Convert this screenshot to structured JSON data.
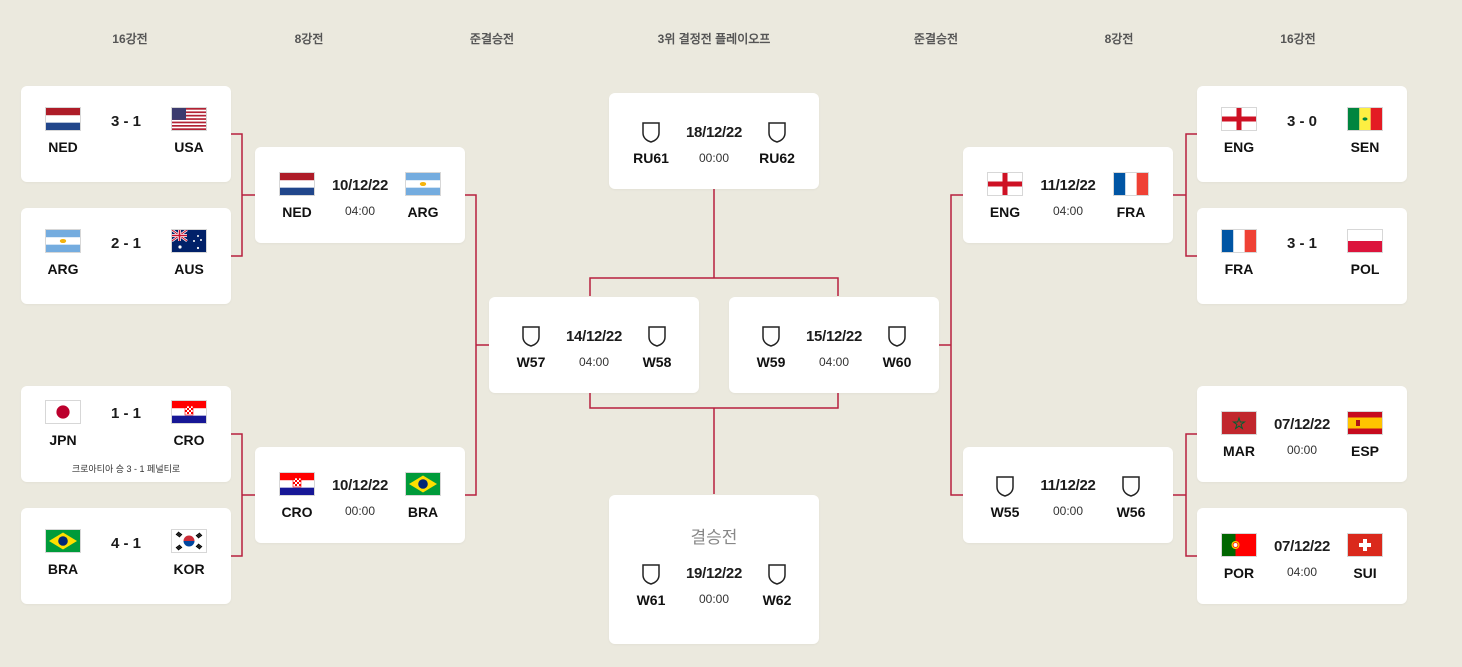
{
  "rounds": {
    "r16_left": "16강전",
    "qf_left": "8강전",
    "sf_left": "준결승전",
    "third": "3위 결정전 플레이오프",
    "sf_right": "준결승전",
    "qf_right": "8강전",
    "r16_right": "16강전"
  },
  "colors": {
    "bracket_line": "#b8203f",
    "background": "#ebe9de",
    "card": "#ffffff"
  },
  "matches": {
    "r16_1": {
      "home": "NED",
      "away": "USA",
      "score": "3 - 1"
    },
    "r16_2": {
      "home": "ARG",
      "away": "AUS",
      "score": "2 - 1"
    },
    "r16_3": {
      "home": "JPN",
      "away": "CRO",
      "score": "1 - 1",
      "note": "크로아티아 승 3 - 1 페널티로"
    },
    "r16_4": {
      "home": "BRA",
      "away": "KOR",
      "score": "4 - 1"
    },
    "qf_1": {
      "home": "NED",
      "away": "ARG",
      "date": "10/12/22",
      "time": "04:00"
    },
    "qf_2": {
      "home": "CRO",
      "away": "BRA",
      "date": "10/12/22",
      "time": "00:00"
    },
    "sf_1": {
      "home": "W57",
      "away": "W58",
      "date": "14/12/22",
      "time": "04:00"
    },
    "sf_2": {
      "home": "W59",
      "away": "W60",
      "date": "15/12/22",
      "time": "04:00"
    },
    "third": {
      "home": "RU61",
      "away": "RU62",
      "date": "18/12/22",
      "time": "00:00"
    },
    "final": {
      "title": "결승전",
      "home": "W61",
      "away": "W62",
      "date": "19/12/22",
      "time": "00:00"
    },
    "qf_3": {
      "home": "ENG",
      "away": "FRA",
      "date": "11/12/22",
      "time": "04:00"
    },
    "qf_4": {
      "home": "W55",
      "away": "W56",
      "date": "11/12/22",
      "time": "00:00"
    },
    "r16_5": {
      "home": "ENG",
      "away": "SEN",
      "score": "3 - 0"
    },
    "r16_6": {
      "home": "FRA",
      "away": "POL",
      "score": "3 - 1"
    },
    "r16_7": {
      "home": "MAR",
      "away": "ESP",
      "date": "07/12/22",
      "time": "00:00"
    },
    "r16_8": {
      "home": "POR",
      "away": "SUI",
      "date": "07/12/22",
      "time": "04:00"
    }
  },
  "icons": {
    "flags": [
      "netherlands-flag-icon",
      "usa-flag-icon",
      "argentina-flag-icon",
      "australia-flag-icon",
      "japan-flag-icon",
      "croatia-flag-icon",
      "brazil-flag-icon",
      "south-korea-flag-icon",
      "england-flag-icon",
      "france-flag-icon",
      "senegal-flag-icon",
      "poland-flag-icon",
      "morocco-flag-icon",
      "spain-flag-icon",
      "portugal-flag-icon",
      "switzerland-flag-icon"
    ],
    "placeholder": "shield-icon"
  }
}
